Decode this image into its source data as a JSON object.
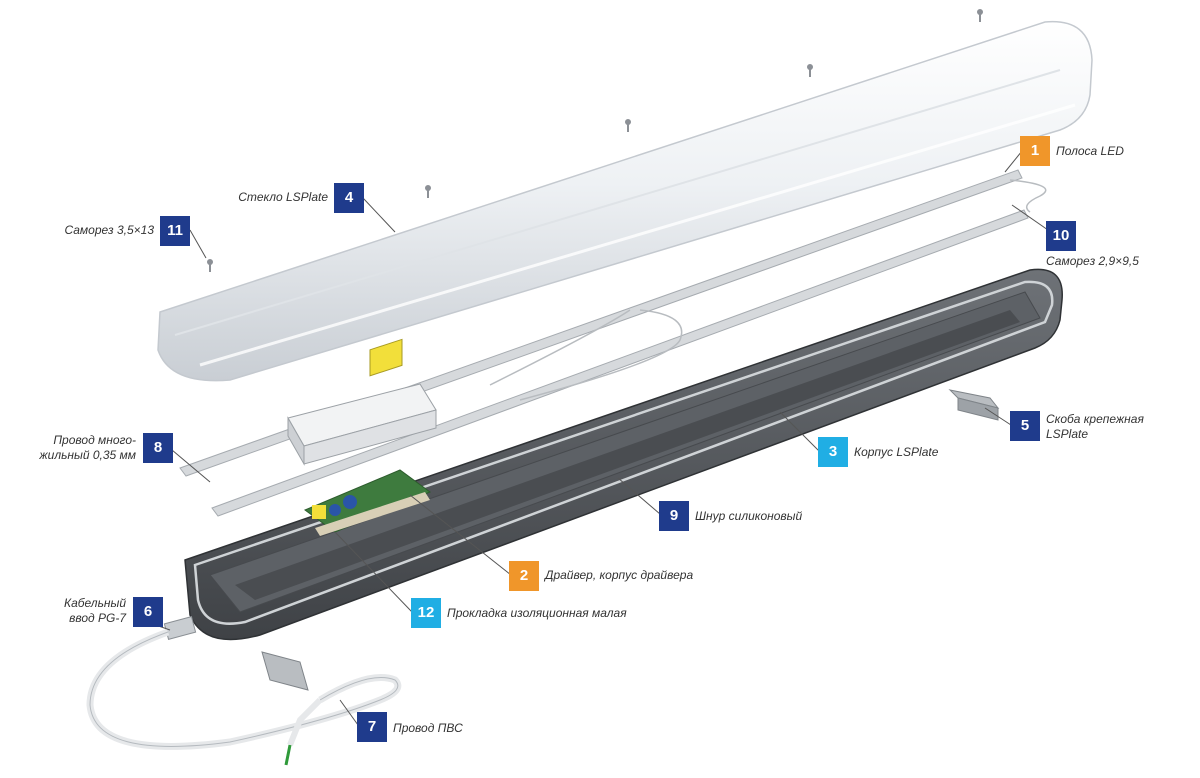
{
  "callouts": [
    {
      "num": "1",
      "text": "Полоса LED",
      "color": "#f0962a"
    },
    {
      "num": "2",
      "text": "Драйвер, корпус драйвера",
      "color": "#f0962a"
    },
    {
      "num": "3",
      "text": "Корпус LSPlate",
      "color": "#20aee4"
    },
    {
      "num": "4",
      "text": "Стекло LSPlate",
      "color": "#1f3b8c"
    },
    {
      "num": "5",
      "text": "Скоба крепежная LSPlate",
      "line1": "Скоба крепежная",
      "line2": "LSPlate",
      "color": "#1f3b8c"
    },
    {
      "num": "6",
      "text": "Кабельный ввод PG-7",
      "line1": "Кабельный",
      "line2": "ввод PG-7",
      "color": "#1f3b8c"
    },
    {
      "num": "7",
      "text": "Провод ПВС",
      "color": "#1f3b8c"
    },
    {
      "num": "8",
      "text": "Провод много-жильный 0,35 мм",
      "line1": "Провод много-",
      "line2": "жильный 0,35 мм",
      "color": "#1f3b8c"
    },
    {
      "num": "9",
      "text": "Шнур силиконовый",
      "color": "#1f3b8c"
    },
    {
      "num": "10",
      "text": "Саморез 2,9×9,5",
      "color": "#1f3b8c"
    },
    {
      "num": "11",
      "text": "Саморез 3,5×13",
      "color": "#1f3b8c"
    },
    {
      "num": "12",
      "text": "Прокладка изоляционная малая",
      "color": "#20aee4"
    }
  ]
}
